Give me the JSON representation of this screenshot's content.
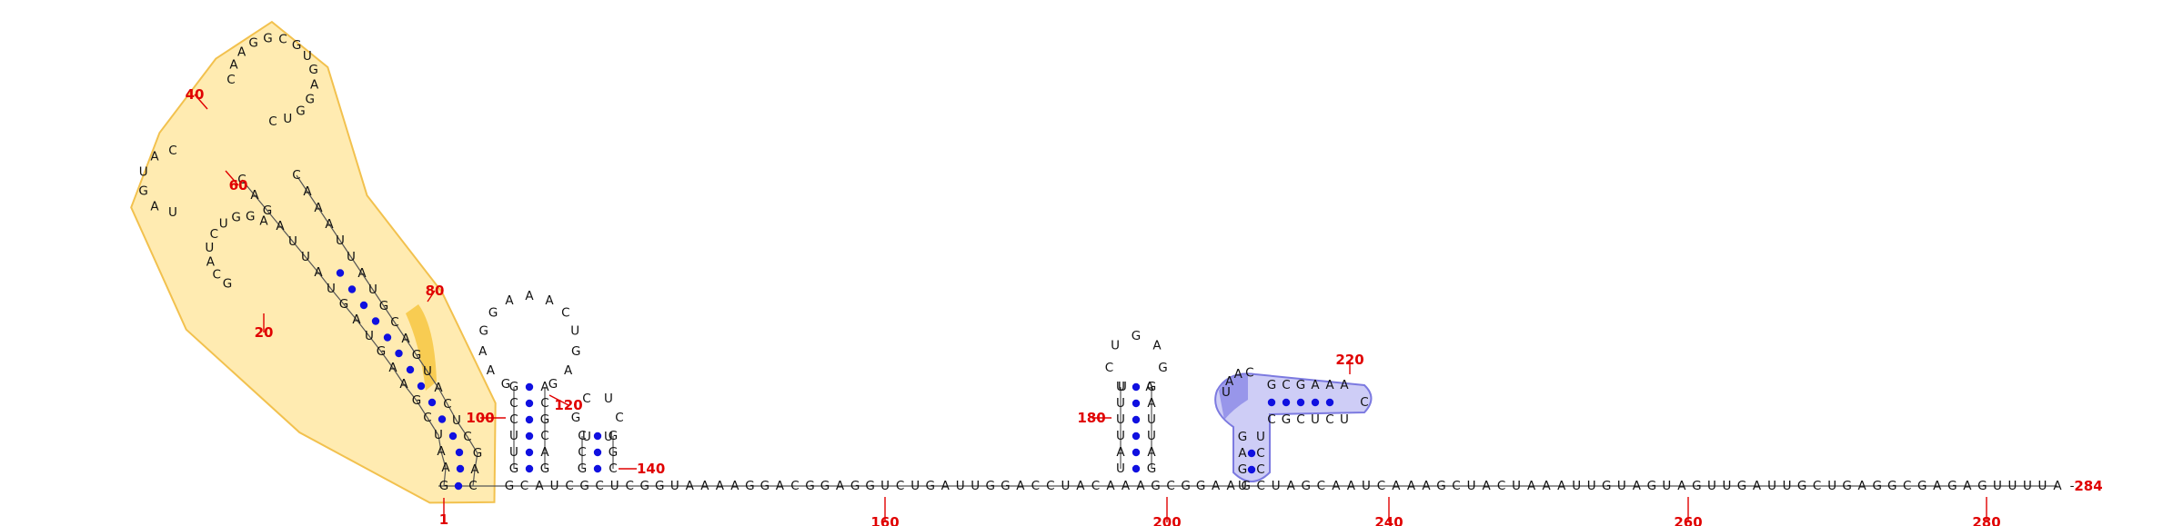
{
  "diagram": {
    "type": "rna-secondary-structure",
    "length_label": "284",
    "colors": {
      "backbone": "#555555",
      "nucleotide_text": "#111111",
      "base_pair": "#1010e0",
      "position_number": "#e00000",
      "highlight_yellow_fill": "#ffe9a8",
      "highlight_yellow_stroke": "#f2c14e",
      "highlight_yellow_strong": "#f7c948",
      "highlight_blue_fill": "#c9c8f5",
      "highlight_blue_stroke": "#7c7ae0",
      "highlight_blue_strong": "#8e8ce8"
    },
    "sequence": "GCAUCGCUCGGUAAAAGGACGGAGGUCUGAUUGGACCUACAAAGCGGAAGCUAGCAAUCAAAGCUACUAAAUUGUAGUAGUUGAUUGCUGAGGCGAGAGUUUUA",
    "tail_number_labels": [
      "160",
      "200",
      "240",
      "260",
      "280"
    ],
    "yellow_domain": {
      "number_labels": [
        "1",
        "20",
        "40",
        "60",
        "80"
      ],
      "left_strand": "GAAUCGAAGUAGUAUUAGAC",
      "right_strand": "CAGCUCAUGACGUAUUAAAC",
      "inner_branch_1": "UAGUAC",
      "inner_branch_2": "GCAUCUGGA",
      "apical_loop": "CAAGGCGUGAGGUC"
    },
    "hairpin_1": {
      "number_labels": [
        "100",
        "120"
      ],
      "stem_5p": "GUUCCG",
      "stem_3p": "GACGCA",
      "loop": "GAAGGAAACUGAG"
    },
    "hairpin_2": {
      "number_labels": [
        "140"
      ],
      "stem_5p": "GCC",
      "stem_3p": "CGG",
      "loop": "UGCUCU"
    },
    "hairpin_3": {
      "number_labels": [
        "180"
      ],
      "stem_5p": "UAUUUU",
      "stem_3p": "GAUUAG",
      "loop": "UCUGAGA"
    },
    "blue_domain": {
      "number_labels": [
        "220"
      ],
      "stem_a_5p": "UGAG",
      "stem_a_3p": "CCU",
      "loop": "UAAC",
      "stem_b_top": "GCGAAA",
      "stem_b_bottom": "CGCUCU",
      "closing": "C"
    }
  }
}
